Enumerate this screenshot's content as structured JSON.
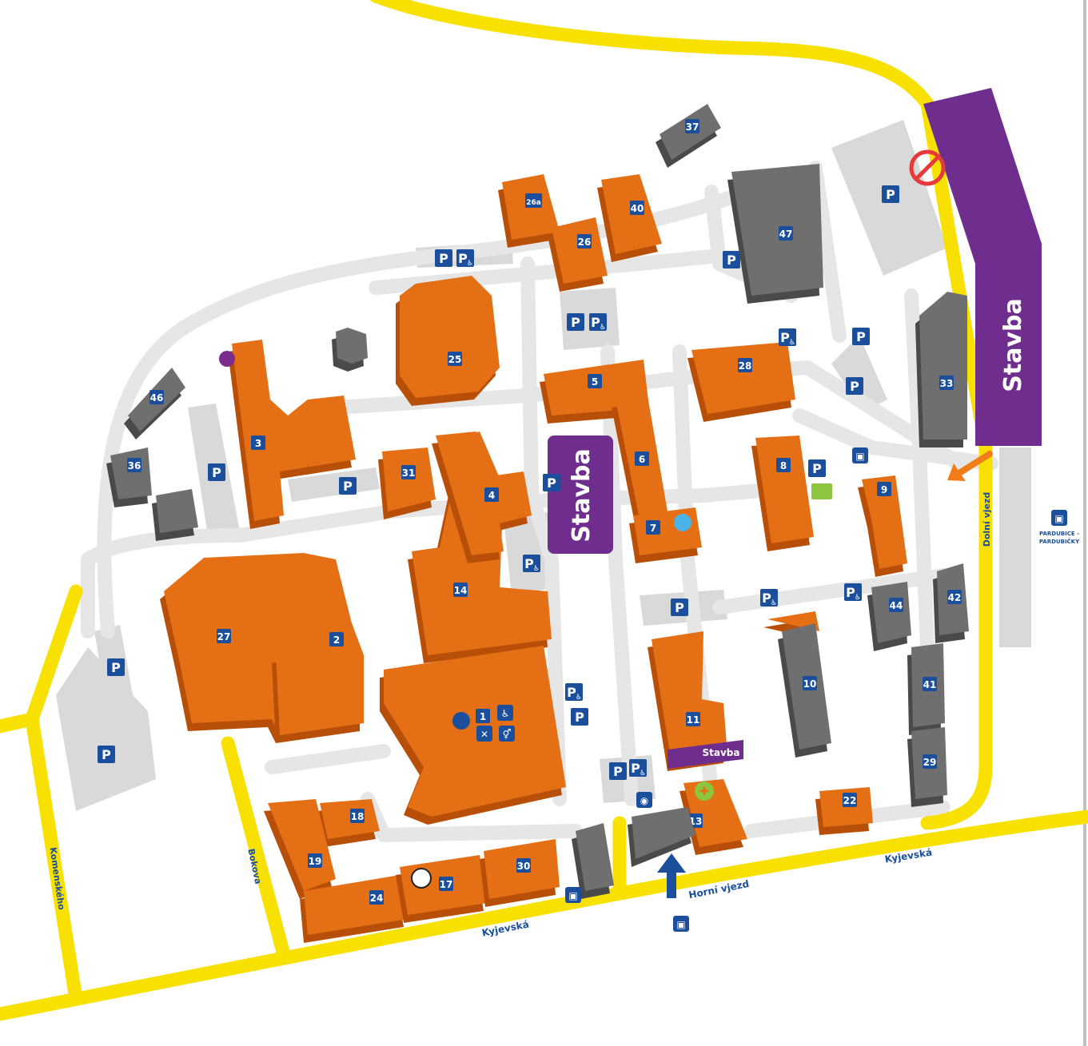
{
  "colors": {
    "road": "#f8e100",
    "path": "#e6e6e6",
    "parking_area": "#d9d9d9",
    "building_orange": "#e56f15",
    "building_orange_side": "#b84f08",
    "building_gray": "#6f6f6f",
    "building_gray_side": "#4a4a4a",
    "construction": "#6f2e8e",
    "sign_blue": "#1b4f9c",
    "arrow_orange": "#f07d1a",
    "arrow_blue": "#1b4f9c",
    "no_entry_red": "#e63a3a",
    "bg": "#ffffff"
  },
  "construction_labels": {
    "east": "Stavba",
    "center": "Stavba",
    "small": "Stavba"
  },
  "street_labels": {
    "kyjevska_west": "Kyjevská",
    "kyjevska_east": "Kyjevská",
    "horni_vjezd": "Horní vjezd",
    "dolni_vjezd": "Dolní vjezd",
    "bokova": "Bokova",
    "komenskeho": "Komenského"
  },
  "bus_stop_label_line1": "PARDUBICE -",
  "bus_stop_label_line2": "PARDUBIČKY",
  "parking_letter": "P",
  "buildings": {
    "b1": "1",
    "b2": "2",
    "b3": "3",
    "b4": "4",
    "b5": "5",
    "b6": "6",
    "b7": "7",
    "b8": "8",
    "b9": "9",
    "b10": "10",
    "b11": "11",
    "b13": "13",
    "b14": "14",
    "b17": "17",
    "b18": "18",
    "b19": "19",
    "b22": "22",
    "b24": "24",
    "b25": "25",
    "b26": "26",
    "b26a": "26a",
    "b27": "27",
    "b28": "28",
    "b29": "29",
    "b30": "30",
    "b31": "31",
    "b33": "33",
    "b36": "36",
    "b37": "37",
    "b40": "40",
    "b41": "41",
    "b42": "42",
    "b44": "44",
    "b46": "46",
    "b47": "47"
  }
}
